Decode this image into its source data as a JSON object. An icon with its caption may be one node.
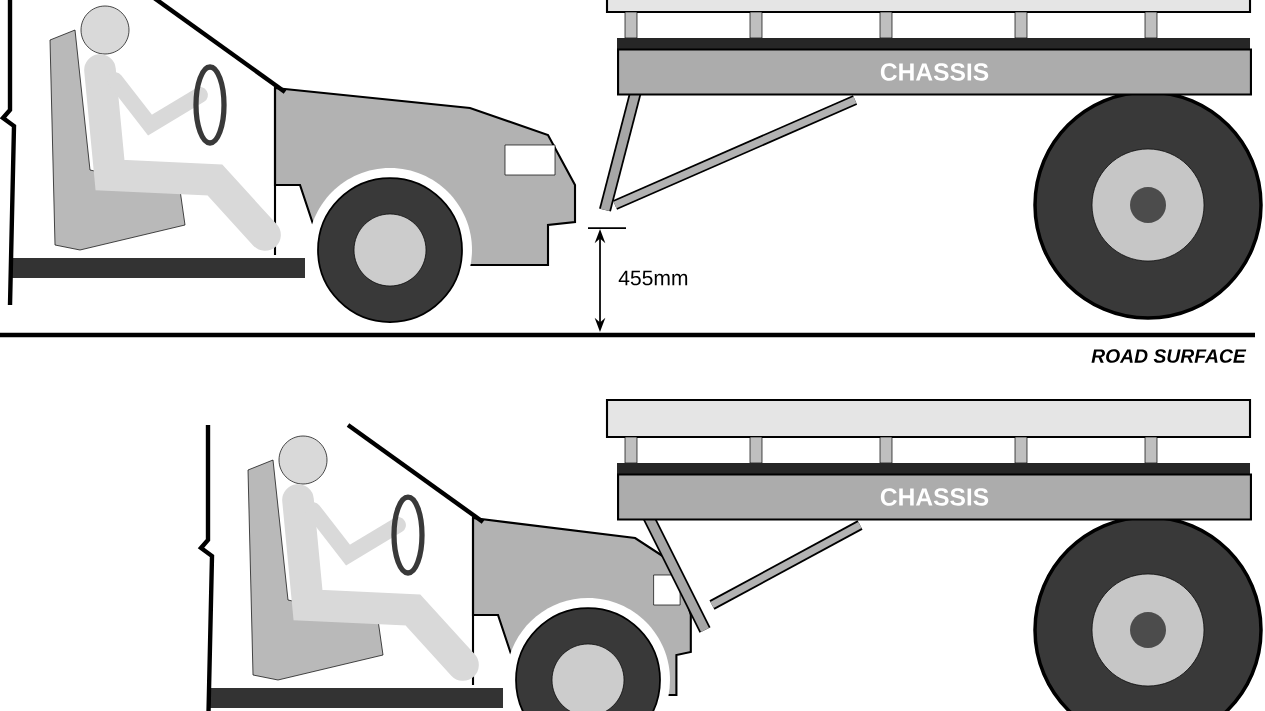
{
  "diagram": {
    "nodes": [
      {
        "text": [
          "CHASSIS"
        ]
      },
      {
        "text": [
          "CHASSIS"
        ]
      }
    ],
    "labels": [
      "455mm",
      "ROAD SURFACE"
    ]
  }
}
